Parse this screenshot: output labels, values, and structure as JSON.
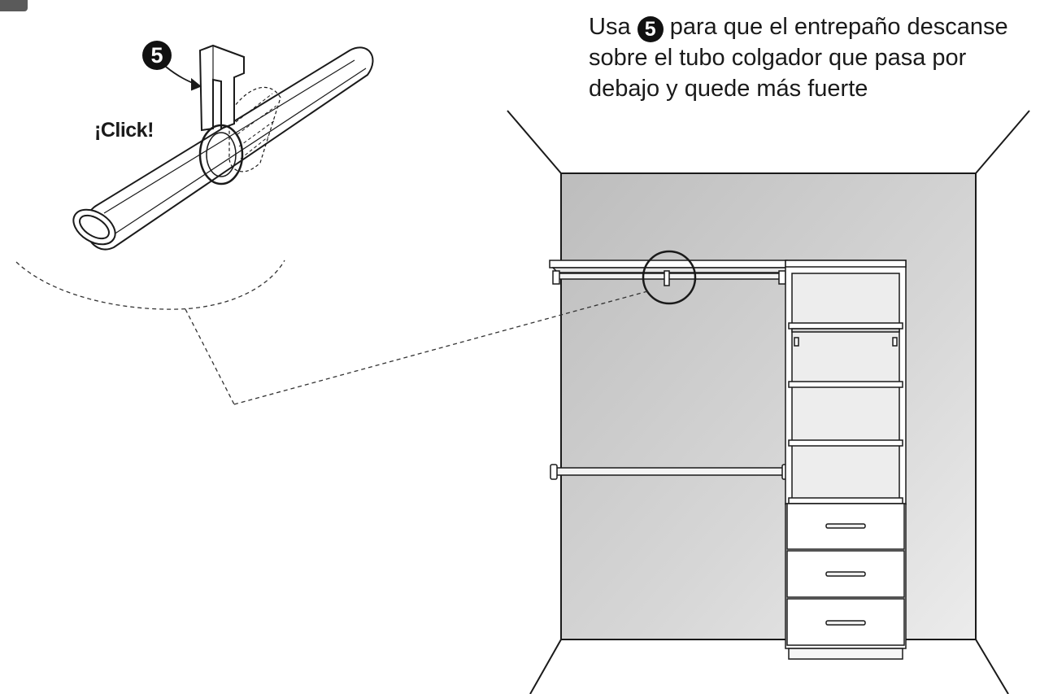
{
  "instruction": {
    "before": "Usa",
    "part_number": "5",
    "after": "para que el entrepaño descanse sobre el tubo colgador que pasa por debajo y quede más fuerte"
  },
  "detail": {
    "click_label": "¡Click!",
    "part_number": "5"
  },
  "colors": {
    "wall": "#d0d0d0",
    "line": "#1a1a1a",
    "badge": "#111111"
  }
}
